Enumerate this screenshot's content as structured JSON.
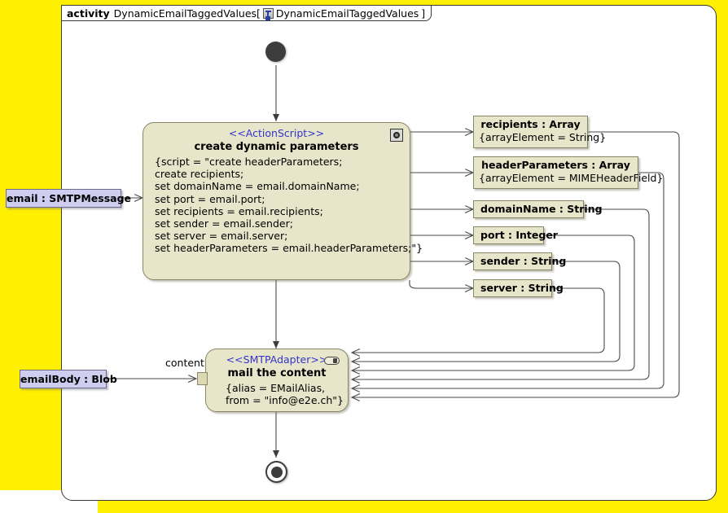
{
  "frame": {
    "keyword": "activity",
    "name": "DynamicEmailTaggedValues[",
    "icon": "activity-diagram-icon",
    "inner_name": "DynamicEmailTaggedValues",
    "close": "]"
  },
  "nodes": {
    "initial": {
      "name": "initial-node"
    },
    "final": {
      "name": "activity-final-node"
    },
    "create_parameters": {
      "stereotype": "<<ActionScript>>",
      "title": "create dynamic parameters",
      "icon": "script-icon",
      "body": "{script = \"create headerParameters;\ncreate recipients;\nset domainName = email.domainName;\nset port = email.port;\nset recipients = email.recipients;\nset sender = email.sender;\nset server = email.server;\nset headerParameters = email.headerParameters;\"}"
    },
    "mail_content": {
      "stereotype": "<<SMTPAdapter>>",
      "title": "mail the content",
      "icon": "adapter-icon",
      "body": "{alias = EMailAlias,\nfrom = \"info@e2e.ch\"}"
    }
  },
  "inputs": [
    {
      "label": "email : SMTPMessage"
    },
    {
      "label": "emailBody : Blob"
    }
  ],
  "pins": [
    {
      "label": "content"
    }
  ],
  "parameters": [
    {
      "title": "recipients : Array",
      "sub": "{arrayElement = String}"
    },
    {
      "title": "headerParameters : Array",
      "sub": "{arrayElement = MIMEHeaderField}"
    },
    {
      "title": "domainName : String",
      "sub": ""
    },
    {
      "title": "port : Integer",
      "sub": ""
    },
    {
      "title": "sender : String",
      "sub": ""
    },
    {
      "title": "server : String",
      "sub": ""
    }
  ],
  "colors": {
    "canvas_yellow": "#ffef00",
    "node_fill": "#e8e6ca",
    "node_border": "#8a8768",
    "input_fill": "#cfcdf0",
    "stereotype_text": "#3333cc",
    "wire": "#4a4a4a"
  }
}
